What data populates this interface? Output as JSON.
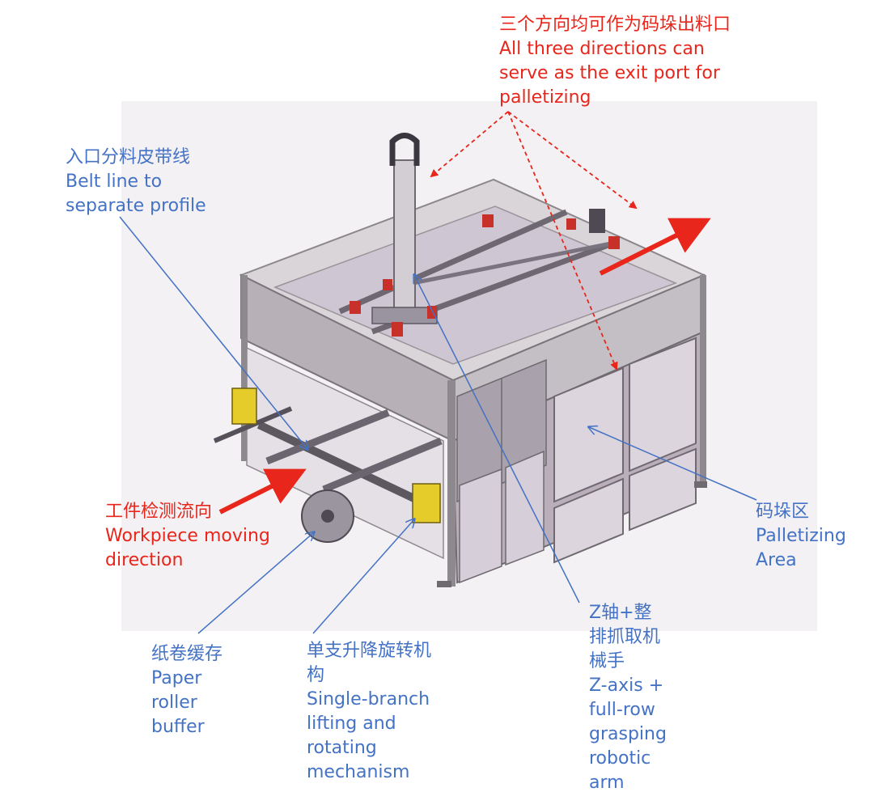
{
  "labels": {
    "exit_port": {
      "zh": "三个方向均可作为码垛出料口",
      "en1": "All three directions can",
      "en2": "serve as the exit port for",
      "en3": "palletizing"
    },
    "belt_line": {
      "zh": "入口分料皮带线",
      "en1": "Belt line to",
      "en2": "separate profile"
    },
    "workpiece": {
      "zh": "工件检测流向",
      "en1": "Workpiece moving",
      "en2": "direction"
    },
    "palletizing_area": {
      "zh": "码垛区",
      "en1": "Palletizing",
      "en2": "Area"
    },
    "paper_roller": {
      "zh": "纸卷缓存",
      "en1": "Paper",
      "en2": "roller",
      "en3": "buffer"
    },
    "lifting": {
      "zh1": "单支升降旋转机",
      "zh2": "构",
      "en1": "Single-branch",
      "en2": "lifting and",
      "en3": "rotating",
      "en4": "mechanism"
    },
    "z_axis": {
      "zh1": "Z轴+整",
      "zh2": "排抓取机",
      "zh3": "械手",
      "en1": "Z-axis +",
      "en2": "full-row",
      "en3": "grasping",
      "en4": "robotic",
      "en5": "arm"
    }
  },
  "colors": {
    "annotation_blue": "#4472C4",
    "annotation_red": "#E8261B",
    "frame_grey": "#C9C4C6",
    "panel_mauve": "#BDB3BD",
    "door_grey": "#A9A4AC",
    "accent_yellow": "#E5CC2A",
    "accent_red": "#C8302A"
  }
}
